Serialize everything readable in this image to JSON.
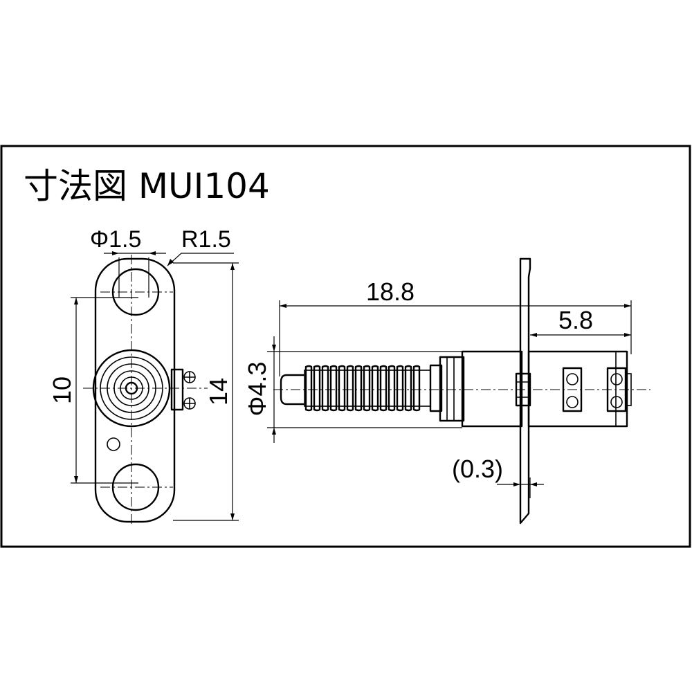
{
  "title": "寸法図 MUI104",
  "front_view": {
    "hole_diameter": "Φ1.5",
    "corner_radius": "R1.5",
    "hole_pitch": "10",
    "overall_height": "14"
  },
  "side_view": {
    "overall_length": "18.8",
    "rear_length": "5.8",
    "body_diameter": "Φ4.3",
    "plate_thickness": "(0.3)"
  }
}
